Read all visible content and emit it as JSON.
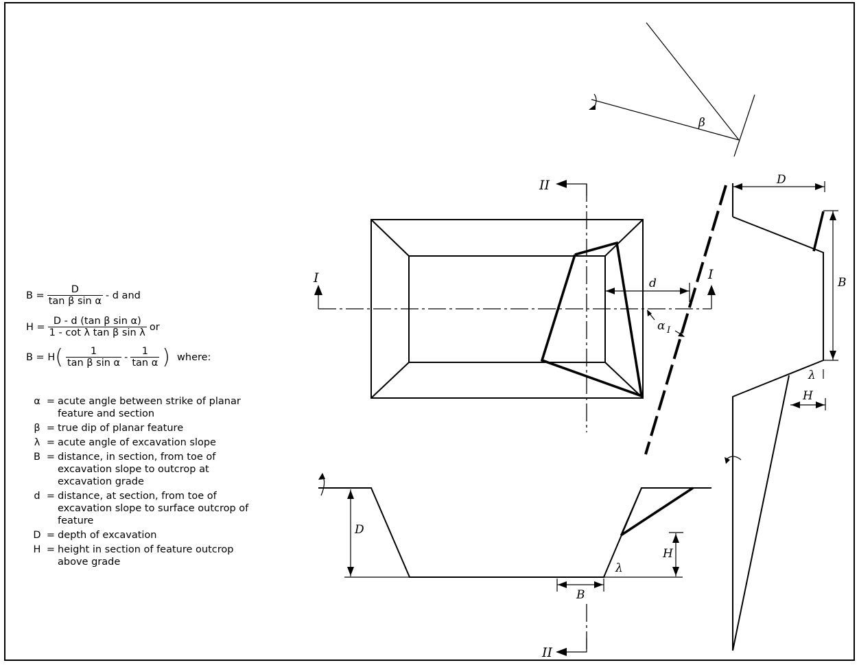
{
  "formulas": {
    "f1": {
      "lhs": "B =",
      "num": "D",
      "den": "tan β sin α",
      "tail": "- d and"
    },
    "f2": {
      "lhs": "H =",
      "num": "D - d (tan β sin α)",
      "den": "1 - cot λ tan β sin λ",
      "tail": "or"
    },
    "f3": {
      "lhs": "B = H",
      "num1": "1",
      "den1": "tan β sin α",
      "minus": "-",
      "num2": "1",
      "den2": "tan α",
      "tail": "where:"
    }
  },
  "definitions": [
    {
      "symbol": "α",
      "eq": "=",
      "text": "acute angle between strike of planar feature and section"
    },
    {
      "symbol": "β",
      "eq": "=",
      "text": "true dip of planar feature"
    },
    {
      "symbol": "λ",
      "eq": "=",
      "text": "acute angle of excavation slope"
    },
    {
      "symbol": "B",
      "eq": "=",
      "text": "distance, in section, from toe of excavation slope to outcrop at excavation grade"
    },
    {
      "symbol": "d",
      "eq": "=",
      "text": "distance, at section, from toe of excavation slope to surface outcrop of feature"
    },
    {
      "symbol": "D",
      "eq": "=",
      "text": "depth of excavation"
    },
    {
      "symbol": "H",
      "eq": "=",
      "text": "height in section of feature outcrop above grade"
    }
  ],
  "diagram": {
    "section_II_top": "II",
    "section_II_bottom": "II",
    "section_I_left": "I",
    "section_I_right": "I",
    "label_beta": "β",
    "label_d": "d",
    "label_alpha": "α",
    "label_alpha_sub": "I",
    "label_D_right": "D",
    "label_B_right": "B",
    "label_lambda_right": "λ",
    "label_H_right": "H",
    "label_D_bottom": "D",
    "label_H_bottom": "H",
    "label_lambda_bottom": "λ",
    "label_B_bottom": "B"
  }
}
